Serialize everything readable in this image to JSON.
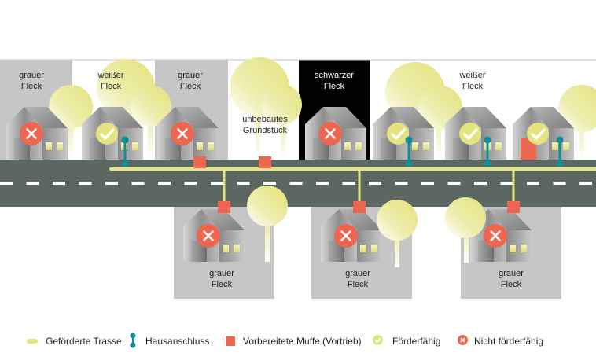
{
  "colors": {
    "road": "#5b6760",
    "trasse": "#e4e37f",
    "hausanschluss": "#0f8f95",
    "muffe": "#ec6650",
    "grau_zone": "#c6c6c6",
    "weiss_zone": "#ffffff",
    "schwarz_zone": "#000000",
    "tree": "#e8e78f",
    "eligible": "#e4e37f",
    "not_eligible": "#ec6650"
  },
  "top_zones": [
    {
      "line1": "grauer",
      "line2": "Fleck",
      "type": "grau"
    },
    {
      "line1": "weißer",
      "line2": "Fleck",
      "type": "weiss"
    },
    {
      "line1": "grauer",
      "line2": "Fleck",
      "type": "grau"
    },
    {
      "line1": "unbebautes",
      "line2": "Grundstück",
      "type": "leer"
    },
    {
      "line1": "schwarzer",
      "line2": "Fleck",
      "type": "schwarz"
    },
    {
      "line1": "weißer",
      "line2": "Fleck",
      "type": "weiss"
    }
  ],
  "top_houses": [
    {
      "status": "nicht_foerderfaehig",
      "hausanschluss": false,
      "muffe": false
    },
    {
      "status": "foerderfaehig",
      "hausanschluss": true,
      "muffe": false
    },
    {
      "status": "nicht_foerderfaehig",
      "hausanschluss": false,
      "muffe": true
    },
    {
      "status": "nicht_foerderfaehig",
      "hausanschluss": false,
      "muffe": false
    },
    {
      "status": "foerderfaehig",
      "hausanschluss": true,
      "muffe": false
    },
    {
      "status": "foerderfaehig",
      "hausanschluss": true,
      "muffe": false
    },
    {
      "status": "foerderfaehig",
      "hausanschluss": true,
      "muffe": false
    }
  ],
  "bottom_zones": [
    {
      "line1": "grauer",
      "line2": "Fleck",
      "type": "grau",
      "status": "nicht_foerderfaehig",
      "muffe": true
    },
    {
      "line1": "grauer",
      "line2": "Fleck",
      "type": "grau",
      "status": "nicht_foerderfaehig",
      "muffe": true
    },
    {
      "line1": "grauer",
      "line2": "Fleck",
      "type": "grau",
      "status": "nicht_foerderfaehig",
      "muffe": true
    }
  ],
  "legend": [
    {
      "icon": "trasse-line-icon",
      "label": "Geförderte Trasse"
    },
    {
      "icon": "hausanschluss-icon",
      "label": "Hausanschluss"
    },
    {
      "icon": "muffe-square-icon",
      "label": "Vorbereitete Muffe (Vortrieb)"
    },
    {
      "icon": "check-circle-icon",
      "label": "Förderfähig"
    },
    {
      "icon": "x-circle-icon",
      "label": "Nicht förderfähig"
    }
  ]
}
